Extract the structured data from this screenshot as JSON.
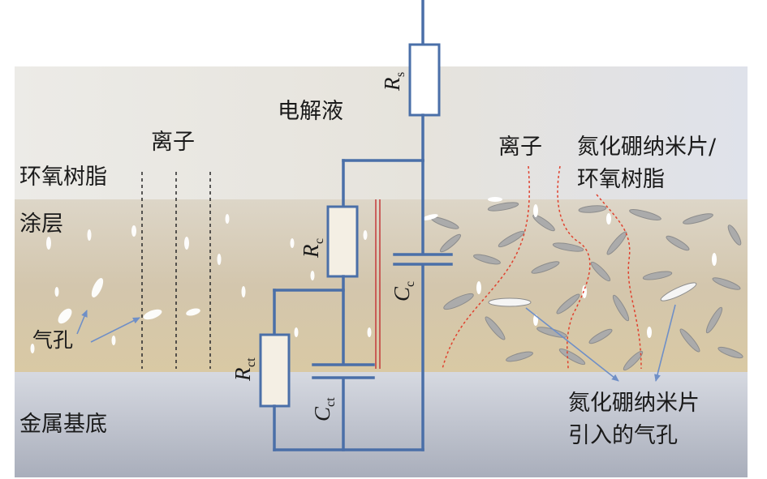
{
  "colors": {
    "wire": "#4a6fa8",
    "electrolyte": "#e9e7e2",
    "coating": "#d8cdb8",
    "metal": "#c6cad3",
    "pore": "#ffffff",
    "platelet": "#a9a9a9",
    "ion_path": "#e0412e",
    "arrow": "#6f8fc7",
    "coating_line": "#c43a3a"
  },
  "regions": {
    "electrolyte": "电解液",
    "epoxy_line1": "环氧树脂",
    "epoxy_line2": "涂层",
    "metal": "金属基底"
  },
  "labels": {
    "ions_left": "离子",
    "ions_right": "离子",
    "bn_epoxy_line1": "氮化硼纳米片/",
    "bn_epoxy_line2": "环氧树脂",
    "pore": "气孔",
    "bn_pore_line1": "氮化硼纳米片",
    "bn_pore_line2": "引入的气孔"
  },
  "circuit": {
    "rs": {
      "symbol": "R",
      "sub": "s"
    },
    "rc": {
      "symbol": "R",
      "sub": "c"
    },
    "cc": {
      "symbol": "C",
      "sub": "c"
    },
    "rct": {
      "symbol": "R",
      "sub": "ct"
    },
    "cct": {
      "symbol": "C",
      "sub": "ct"
    }
  }
}
